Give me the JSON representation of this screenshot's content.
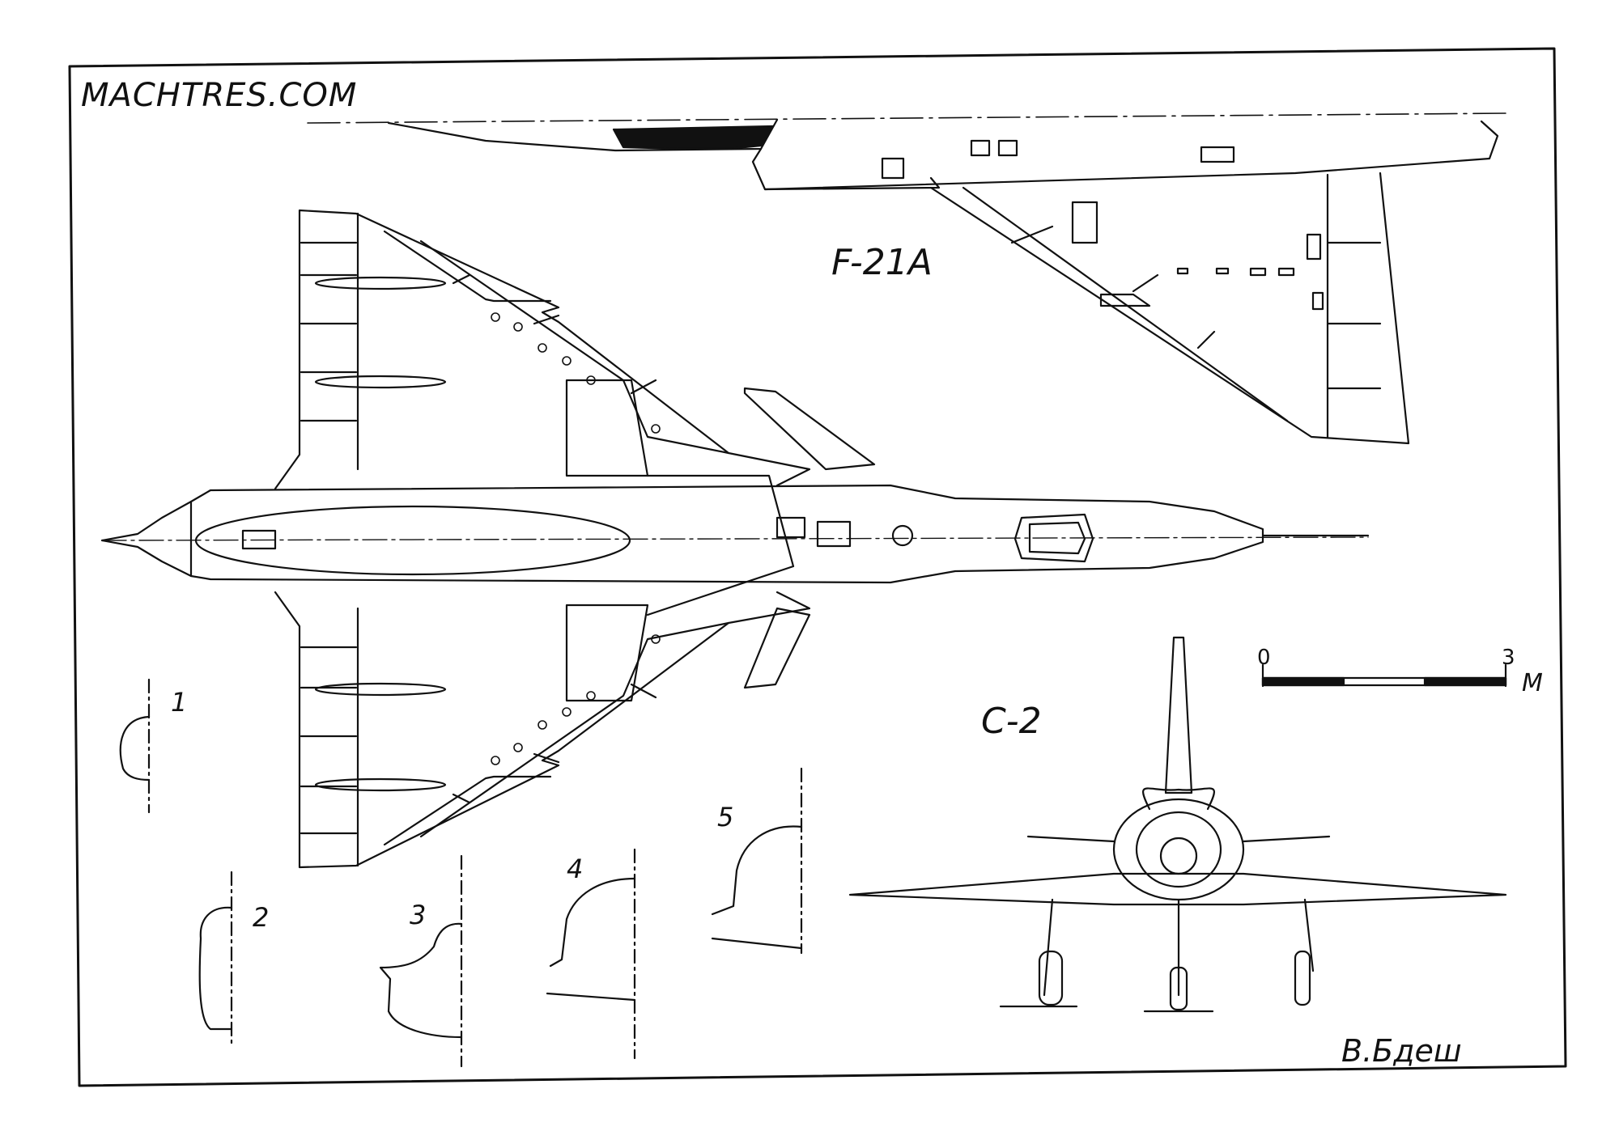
{
  "header": {
    "website": "MACHTRES.COM"
  },
  "drawing": {
    "model": "F-21A",
    "variant": "C-2",
    "views": [
      "side-view",
      "top-view",
      "front-view"
    ],
    "sections": [
      "1",
      "2",
      "3",
      "4",
      "5"
    ]
  },
  "scale_bar": {
    "start": "0",
    "end": "3",
    "unit": "M"
  },
  "signature": "B.Бдеш",
  "colors": {
    "ink": "#111111",
    "paper": "#ffffff"
  }
}
